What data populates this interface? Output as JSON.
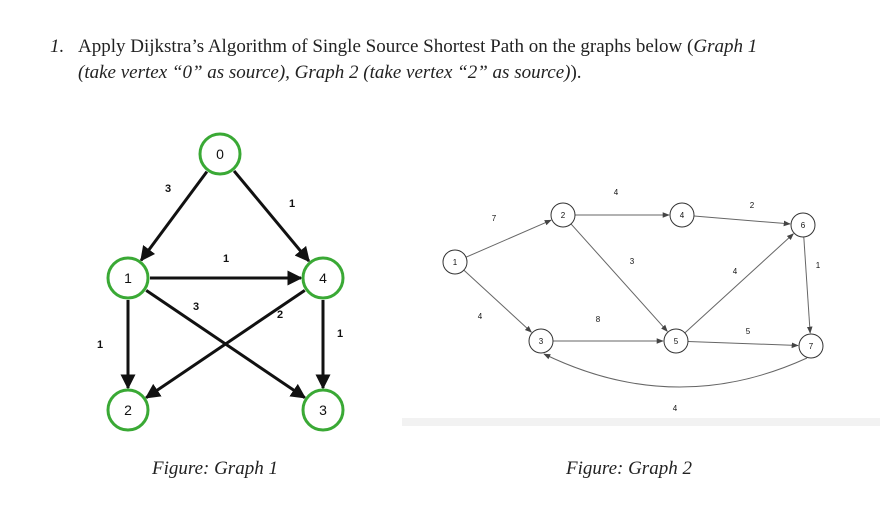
{
  "question": {
    "number": "1.",
    "intro": "Apply Dijkstra’s Algorithm of Single Source Shortest Path on the graphs below (",
    "g1": "Graph 1",
    "g1_note": "(take vertex “0” as source), Graph 2 (take vertex “2” as source)",
    "end": ")."
  },
  "graph1": {
    "caption": "Figure: Graph 1",
    "accent": "#3aa935",
    "nodes": [
      "0",
      "1",
      "2",
      "3",
      "4"
    ],
    "edges": [
      {
        "from": "0",
        "to": "1",
        "weight": "3"
      },
      {
        "from": "0",
        "to": "4",
        "weight": "1"
      },
      {
        "from": "1",
        "to": "4",
        "weight": "1"
      },
      {
        "from": "1",
        "to": "3",
        "weight": "3"
      },
      {
        "from": "1",
        "to": "2",
        "weight": "1"
      },
      {
        "from": "4",
        "to": "2",
        "weight": "2"
      },
      {
        "from": "4",
        "to": "3",
        "weight": "1"
      }
    ]
  },
  "graph2": {
    "caption": "Figure: Graph 2",
    "nodes": [
      "1",
      "2",
      "3",
      "4",
      "5",
      "6",
      "7"
    ],
    "edges": [
      {
        "from": "1",
        "to": "2",
        "weight": "7"
      },
      {
        "from": "1",
        "to": "3",
        "weight": "4"
      },
      {
        "from": "2",
        "to": "4",
        "weight": "4"
      },
      {
        "from": "2",
        "to": "5",
        "weight": "3"
      },
      {
        "from": "3",
        "to": "5",
        "weight": "8"
      },
      {
        "from": "4",
        "to": "6",
        "weight": "2"
      },
      {
        "from": "5",
        "to": "6",
        "weight": "4"
      },
      {
        "from": "5",
        "to": "7",
        "weight": "5"
      },
      {
        "from": "6",
        "to": "7",
        "weight": "1"
      },
      {
        "from": "7",
        "to": "3",
        "weight": "4"
      }
    ]
  }
}
